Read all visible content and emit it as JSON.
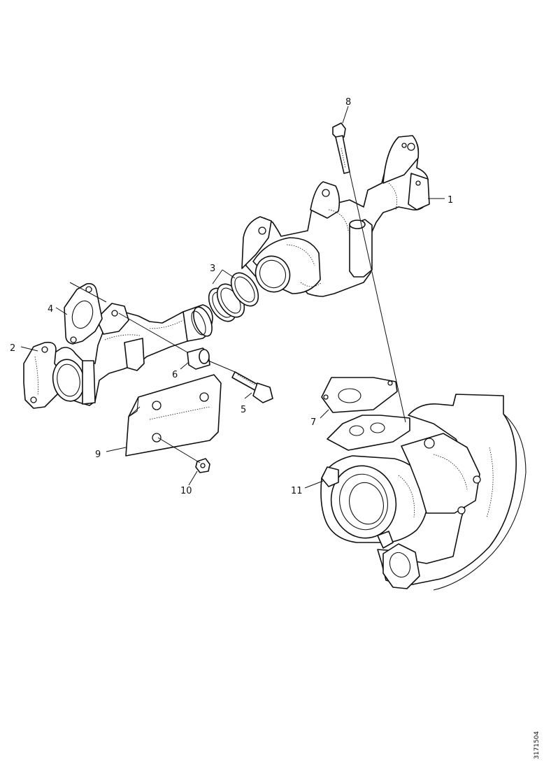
{
  "diagram": {
    "callouts": {
      "c1": "1",
      "c2": "2",
      "c3": "3",
      "c4": "4",
      "c5": "5",
      "c6": "6",
      "c7": "7",
      "c8": "8",
      "c9": "9",
      "c10": "10",
      "c11": "11"
    },
    "doc_id": "3171504"
  }
}
